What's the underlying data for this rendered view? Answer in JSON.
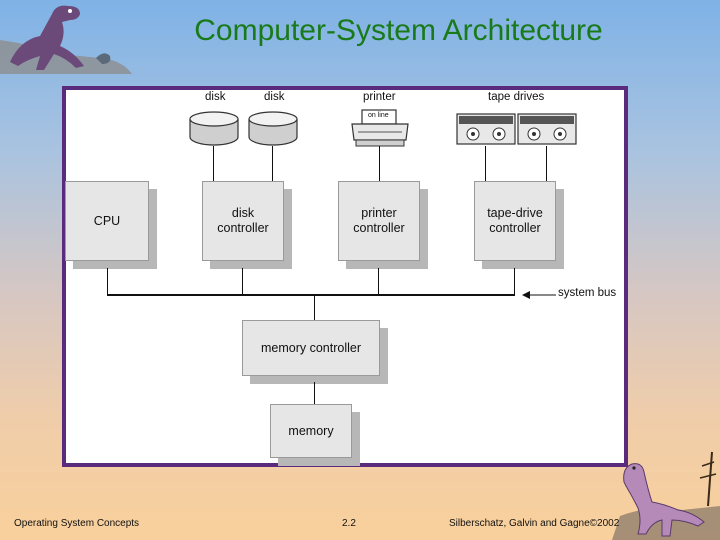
{
  "slide": {
    "title": "Computer-System Architecture"
  },
  "diagram": {
    "devices": {
      "disk_1": "disk",
      "disk_2": "disk",
      "printer": "printer",
      "printer_panel": "on line",
      "tape_drives": "tape drives"
    },
    "components": {
      "cpu": "CPU",
      "disk_controller_l1": "disk",
      "disk_controller_l2": "controller",
      "printer_controller_l1": "printer",
      "printer_controller_l2": "controller",
      "tape_controller_l1": "tape-drive",
      "tape_controller_l2": "controller",
      "memory_controller": "memory controller",
      "memory": "memory"
    },
    "system_bus_label": "system bus"
  },
  "footer": {
    "left": "Operating System Concepts",
    "center": "2.2",
    "right": "Silberschatz, Galvin and Gagne©2002"
  },
  "colors": {
    "title": "#1a7a1a",
    "frame_border": "#5a2a7c",
    "box_fill": "#e6e6e6",
    "box_shadow": "#b7b7b7"
  }
}
